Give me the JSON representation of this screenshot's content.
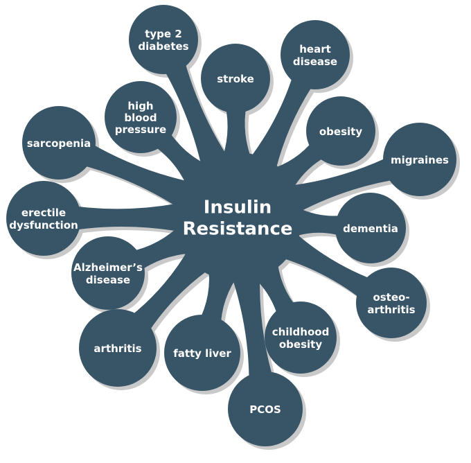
{
  "diagram": {
    "center": {
      "lines": [
        "Insulin",
        "Resistance"
      ]
    },
    "fill_color": "#385467",
    "shadow_color": "#c9c9c9",
    "nodes": [
      {
        "id": "type-2-diabetes",
        "lines": [
          "type 2",
          "diabetes"
        ]
      },
      {
        "id": "stroke",
        "lines": [
          "stroke"
        ]
      },
      {
        "id": "heart-disease",
        "lines": [
          "heart",
          "disease"
        ]
      },
      {
        "id": "high-blood-pressure",
        "lines": [
          "high",
          "blood",
          "pressure"
        ]
      },
      {
        "id": "obesity",
        "lines": [
          "obesity"
        ]
      },
      {
        "id": "sarcopenia",
        "lines": [
          "sarcopenia"
        ]
      },
      {
        "id": "migraines",
        "lines": [
          "migraines"
        ]
      },
      {
        "id": "erectile-dysfunction",
        "lines": [
          "erectile",
          "dysfunction"
        ]
      },
      {
        "id": "dementia",
        "lines": [
          "dementia"
        ]
      },
      {
        "id": "alzheimers-disease",
        "lines": [
          "Alzheimer’s",
          "disease"
        ]
      },
      {
        "id": "osteo-arthritis",
        "lines": [
          "osteo-",
          "arthritis"
        ]
      },
      {
        "id": "arthritis",
        "lines": [
          "arthritis"
        ]
      },
      {
        "id": "fatty-liver",
        "lines": [
          "fatty liver"
        ]
      },
      {
        "id": "childhood-obesity",
        "lines": [
          "childhood",
          "obesity"
        ]
      },
      {
        "id": "pcos",
        "lines": [
          "PCOS"
        ]
      }
    ]
  }
}
